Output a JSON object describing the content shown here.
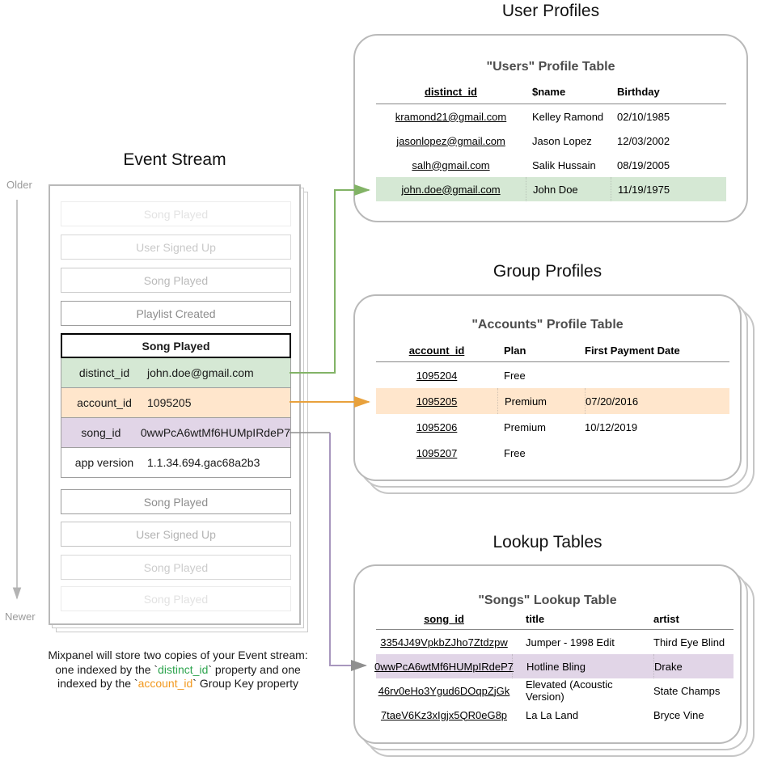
{
  "headings": {
    "event_stream": "Event Stream",
    "user_profiles": "User Profiles",
    "group_profiles": "Group Profiles",
    "lookup_tables": "Lookup Tables"
  },
  "timeline": {
    "older": "Older",
    "newer": "Newer"
  },
  "event_stream": {
    "events_above": [
      "Song Played",
      "User Signed Up",
      "Song Played",
      "Playlist Created"
    ],
    "expanded_event": {
      "title": "Song Played",
      "properties": [
        {
          "key": "distinct_id",
          "value": "john.doe@gmail.com",
          "highlight": "green"
        },
        {
          "key": "account_id",
          "value": "1095205",
          "highlight": "orange"
        },
        {
          "key": "song_id",
          "value": "0wwPcA6wtMf6HUMpIRdeP7",
          "highlight": "purple"
        },
        {
          "key": "app version",
          "value": "1.1.34.694.gac68a2b3",
          "highlight": "none"
        }
      ]
    },
    "events_below": [
      "Song Played",
      "User Signed Up",
      "Song Played",
      "Song Played"
    ]
  },
  "users_panel": {
    "table_title": "\"Users\" Profile Table",
    "columns": [
      "distinct_id",
      "$name",
      "Birthday"
    ],
    "rows": [
      [
        "kramond21@gmail.com",
        "Kelley Ramond",
        "02/10/1985"
      ],
      [
        "jasonlopez@gmail.com",
        "Jason Lopez",
        "12/03/2002"
      ],
      [
        "salh@gmail.com",
        "Salik Hussain",
        "08/19/2005"
      ],
      [
        "john.doe@gmail.com",
        "John Doe",
        "11/19/1975"
      ]
    ],
    "highlighted_row_index": 3
  },
  "accounts_panel": {
    "table_title": "\"Accounts\" Profile Table",
    "columns": [
      "account_id",
      "Plan",
      "First Payment Date"
    ],
    "rows": [
      [
        "1095204",
        "Free",
        ""
      ],
      [
        "1095205",
        "Premium",
        "07/20/2016"
      ],
      [
        "1095206",
        "Premium",
        "10/12/2019"
      ],
      [
        "1095207",
        "Free",
        ""
      ]
    ],
    "highlighted_row_index": 1
  },
  "songs_panel": {
    "table_title": "\"Songs\" Lookup Table",
    "columns": [
      "song_id",
      "title",
      "artist"
    ],
    "rows": [
      [
        "3354J49VpkbZJho7Ztdzpw",
        "Jumper - 1998 Edit",
        "Third Eye Blind"
      ],
      [
        "0wwPcA6wtMf6HUMpIRdeP7",
        "Hotline Bling",
        "Drake"
      ],
      [
        "46rv0eHo3Ygud6DOqpZjGk",
        "Elevated (Acoustic Version)",
        "State Champs"
      ],
      [
        "7taeV6Kz3xIgjx5QR0eG8p",
        "La La Land",
        "Bryce Vine"
      ]
    ],
    "highlighted_row_index": 1
  },
  "caption": {
    "line1": "Mixpanel will store two copies of your Event stream:",
    "line2_pre": "one indexed by the `",
    "line2_highlight": "distinct_id",
    "line2_post": "` property and one",
    "line3_pre": "indexed by the `",
    "line3_highlight": "account_id",
    "line3_post": "` Group Key property"
  },
  "colors": {
    "green_fill": "#d5e8d4",
    "orange_fill": "#ffe6cc",
    "purple_fill": "#e1d5e7",
    "green_arrow": "#82b366",
    "orange_arrow": "#e8a13c",
    "purple_arrow": "#a897be",
    "caption_green": "#2da44e",
    "caption_orange": "#f2981d"
  }
}
